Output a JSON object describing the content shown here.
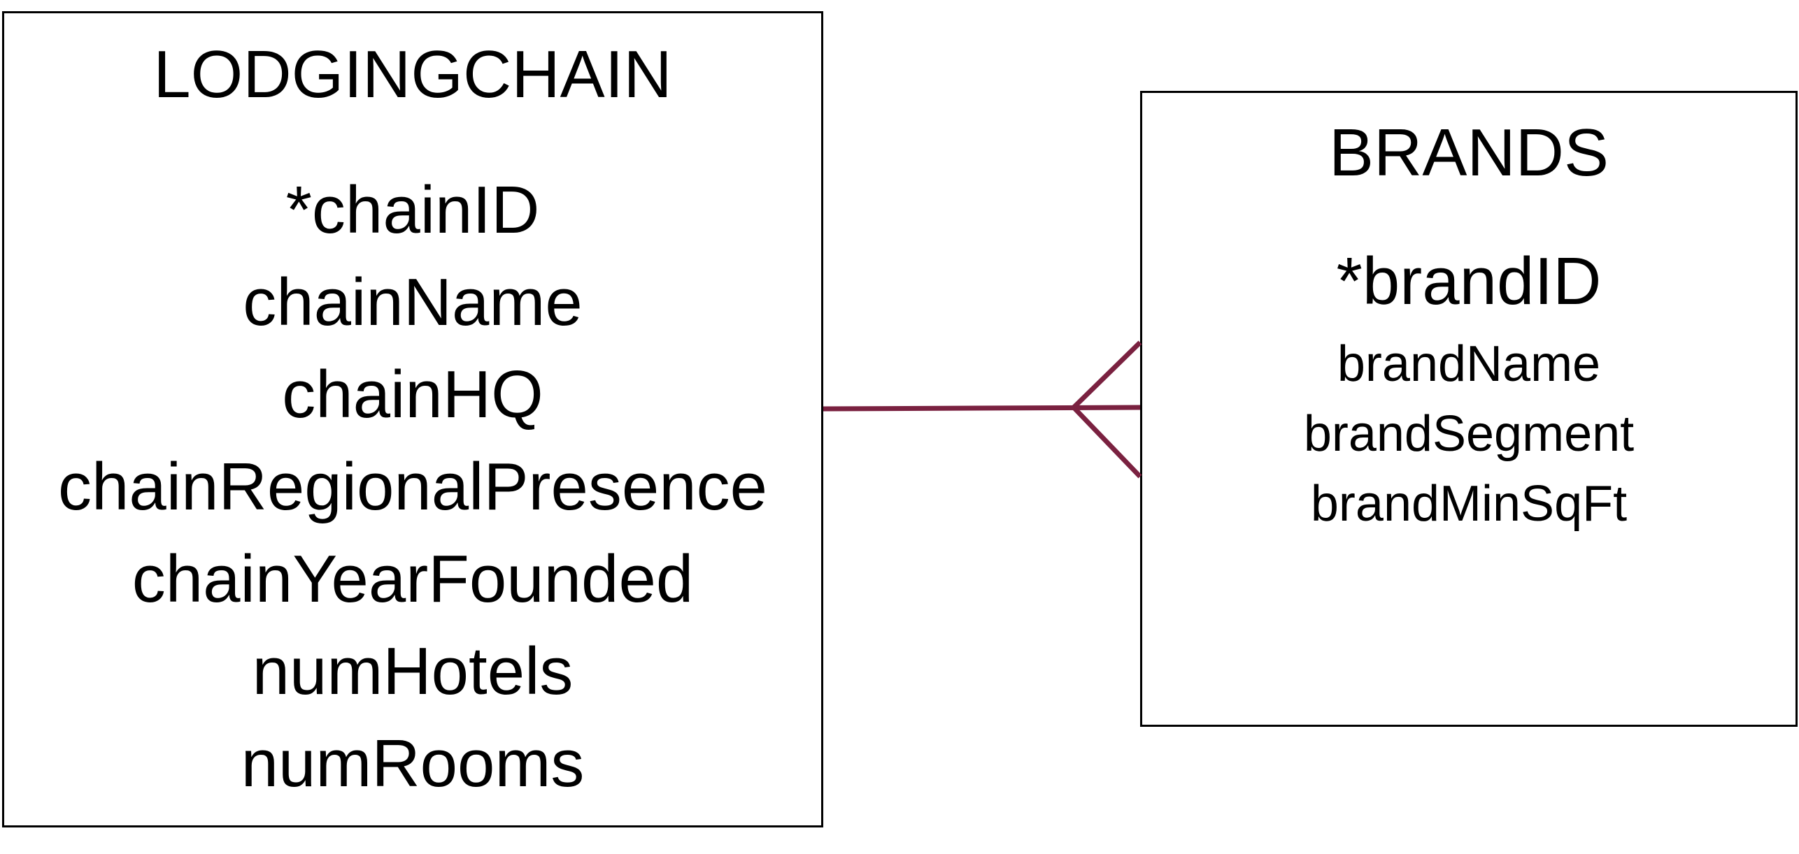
{
  "colors": {
    "relationship_line": "#7a2140",
    "border": "#000000",
    "text": "#000000",
    "background": "#ffffff"
  },
  "entities": {
    "lodging_chain": {
      "title": "LODGINGCHAIN",
      "attributes": [
        "*chainID",
        "chainName",
        "chainHQ",
        "chainRegionalPresence",
        "chainYearFounded",
        "numHotels",
        "numRooms"
      ]
    },
    "brands": {
      "title": "BRANDS",
      "primary_key": "*brandID",
      "attributes": [
        "brandName",
        "brandSegment",
        "brandMinSqFt"
      ]
    }
  },
  "relationship": {
    "from": "LODGINGCHAIN",
    "to": "BRANDS",
    "notation": "one-to-many (crow's foot at BRANDS)"
  }
}
